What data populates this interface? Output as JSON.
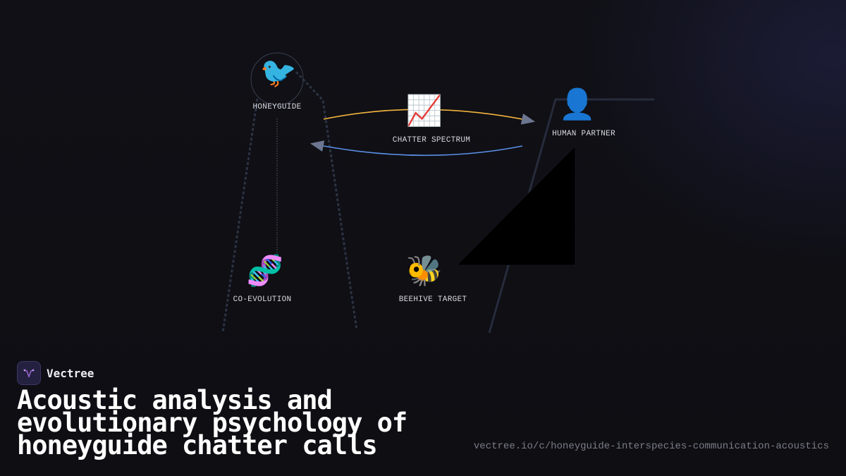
{
  "diagram": {
    "nodes": [
      {
        "id": "honeyguide",
        "label": "HONEYGUIDE",
        "icon": "bird-icon",
        "glyph": "🐦"
      },
      {
        "id": "chatter",
        "label": "CHATTER SPECTRUM",
        "icon": "chart-increasing-icon",
        "glyph": "📈"
      },
      {
        "id": "human",
        "label": "HUMAN PARTNER",
        "icon": "person-silhouette-icon",
        "glyph": "👤"
      },
      {
        "id": "coevolution",
        "label": "CO-EVOLUTION",
        "icon": "dna-icon",
        "glyph": "🧬"
      },
      {
        "id": "beehive",
        "label": "BEEHIVE TARGET",
        "icon": "bee-icon",
        "glyph": "🐝"
      }
    ],
    "edges": [
      {
        "from": "honeyguide",
        "to": "human",
        "color": "#f2b33d",
        "style": "solid"
      },
      {
        "from": "human",
        "to": "honeyguide",
        "color": "#5b8fe6",
        "style": "solid"
      },
      {
        "from": "honeyguide",
        "to": "coevolution",
        "color": "#5a5f6e",
        "style": "dotted"
      }
    ],
    "colors": {
      "scaffold": "#2b3344",
      "arrowhead": "#6c7690",
      "forward_arc": "#f2b33d",
      "return_arc": "#5b8fe6"
    }
  },
  "brand": {
    "name": "Vectree",
    "logo_icon": "vectree-logo-icon",
    "logo_color": "#a46ad8"
  },
  "title": "Acoustic analysis and evolutionary psychology of honeyguide chatter calls",
  "url": "vectree.io/c/honeyguide-interspecies-communication-acoustics"
}
